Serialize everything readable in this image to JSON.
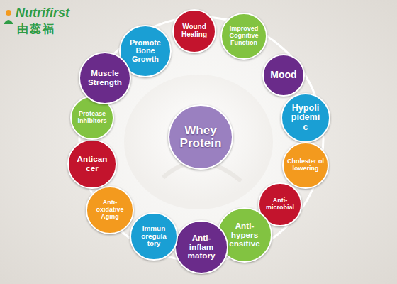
{
  "diagram": {
    "nodes": [
      {
        "text": [
          "Promote Bone Growth"
        ]
      },
      {
        "text": [
          "Wound Healing"
        ]
      },
      {
        "text": [
          "Improved Cognitive Function"
        ]
      },
      {
        "text": [
          "Mood"
        ]
      },
      {
        "text": [
          "Hypoli pidemi c"
        ]
      },
      {
        "text": [
          "Cholester ol lowering"
        ]
      },
      {
        "text": [
          "Anti-microbial"
        ]
      },
      {
        "text": [
          "Anti-hypers ensitive"
        ]
      },
      {
        "text": [
          "Anti-inflam matory"
        ]
      },
      {
        "text": [
          "Immun oregula tory"
        ]
      },
      {
        "text": [
          "Anti-oxidative Aging"
        ]
      },
      {
        "text": [
          "Antican cer"
        ]
      },
      {
        "text": [
          "Protease inhibitors"
        ]
      },
      {
        "text": [
          "Muscle Strength"
        ]
      },
      {
        "text": [
          "Whey Protein"
        ]
      }
    ],
    "labels": [
      "Nutrifirst",
      "由蕊福"
    ]
  }
}
